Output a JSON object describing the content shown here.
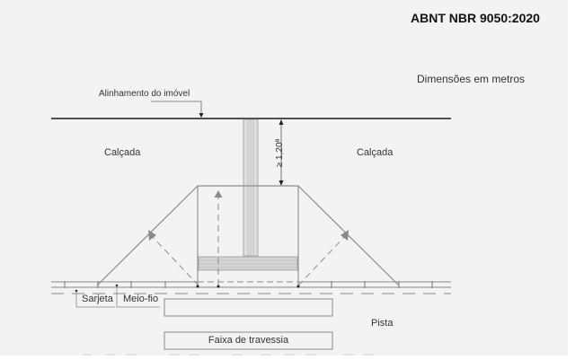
{
  "header": {
    "standard": "ABNT NBR 9050:2020",
    "units_note": "Dimensões em metros"
  },
  "labels": {
    "property_alignment": "Alinhamento do imóvel",
    "sidewalk_left": "Calçada",
    "sidewalk_right": "Calçada",
    "min_dimension": "≥ 1,20ª",
    "gutter": "Sarjeta",
    "curb": "Meio-fio",
    "roadway": "Pista",
    "crosswalk": "Faixa de travessia"
  },
  "colors": {
    "background": "#f3f3f3",
    "line_dark": "#1a1a1a",
    "line_gray": "#8a8a8a",
    "hatch_fill": "#cfcfcf",
    "text": "#333333"
  }
}
